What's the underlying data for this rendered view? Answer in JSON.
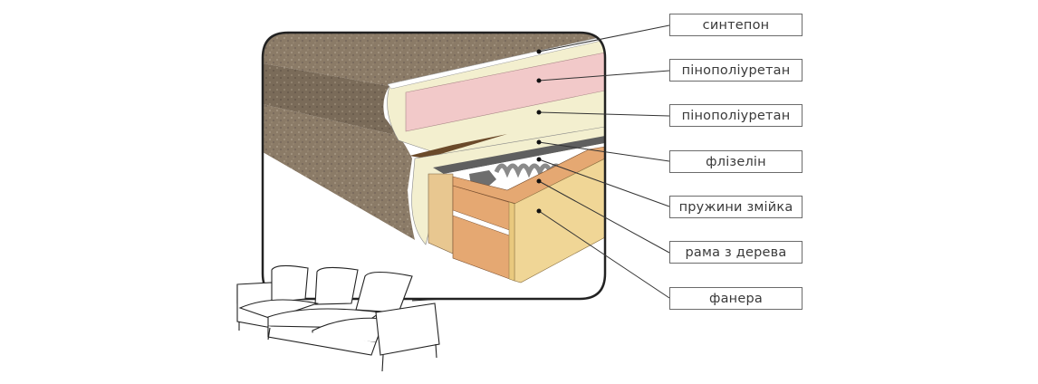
{
  "diagram": {
    "subject": "sofa-seat-construction-cross-section",
    "layers": [
      {
        "id": "synthepon",
        "label": "синтепон",
        "color": "#f4f4ee"
      },
      {
        "id": "foam1",
        "label": "пінополіуретан",
        "color": "#f2c9c9"
      },
      {
        "id": "foam2",
        "label": "пінополіуретан",
        "color": "#f3efcf"
      },
      {
        "id": "interlining",
        "label": "флізелін",
        "color": "#5f5f5f"
      },
      {
        "id": "zigzag-springs",
        "label": "пружини змійка",
        "color": "#9a9a9a"
      },
      {
        "id": "wood-frame",
        "label": "рама з дерева",
        "color": "#e5a872"
      },
      {
        "id": "plywood",
        "label": "фанера",
        "color": "#f0d696"
      }
    ],
    "colors": {
      "upholstery": "#8b7b67",
      "upholstery_dark": "#6f604e",
      "outline": "#222222",
      "leader": "#333333"
    }
  }
}
